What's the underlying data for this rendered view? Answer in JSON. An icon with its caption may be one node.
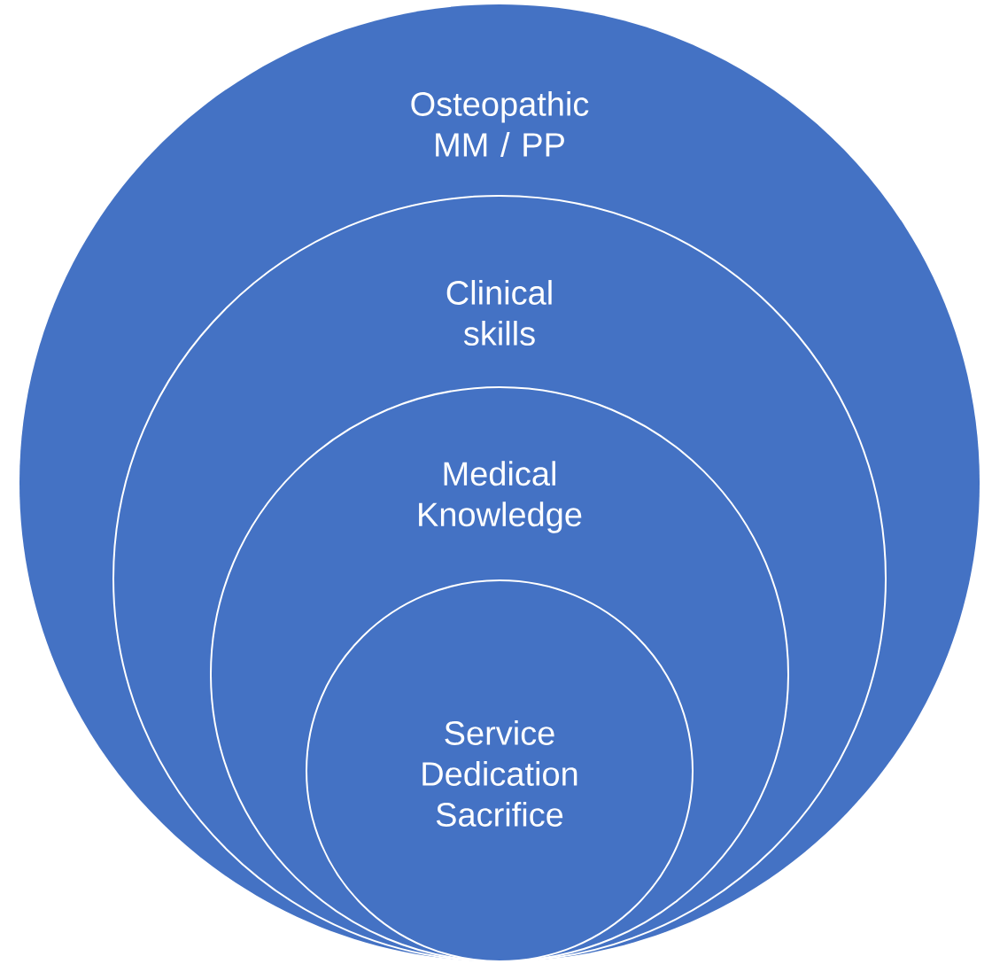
{
  "diagram": {
    "nodes": [
      {
        "text": [
          "Osteopathic MM / PP"
        ]
      },
      {
        "text": [
          "Clinical skills"
        ],
        "in": 0
      },
      {
        "text": [
          "Medical Knowledge"
        ],
        "in": 1
      },
      {
        "text": [
          "Service Dedication Sacrifice"
        ],
        "in": 2
      }
    ]
  }
}
